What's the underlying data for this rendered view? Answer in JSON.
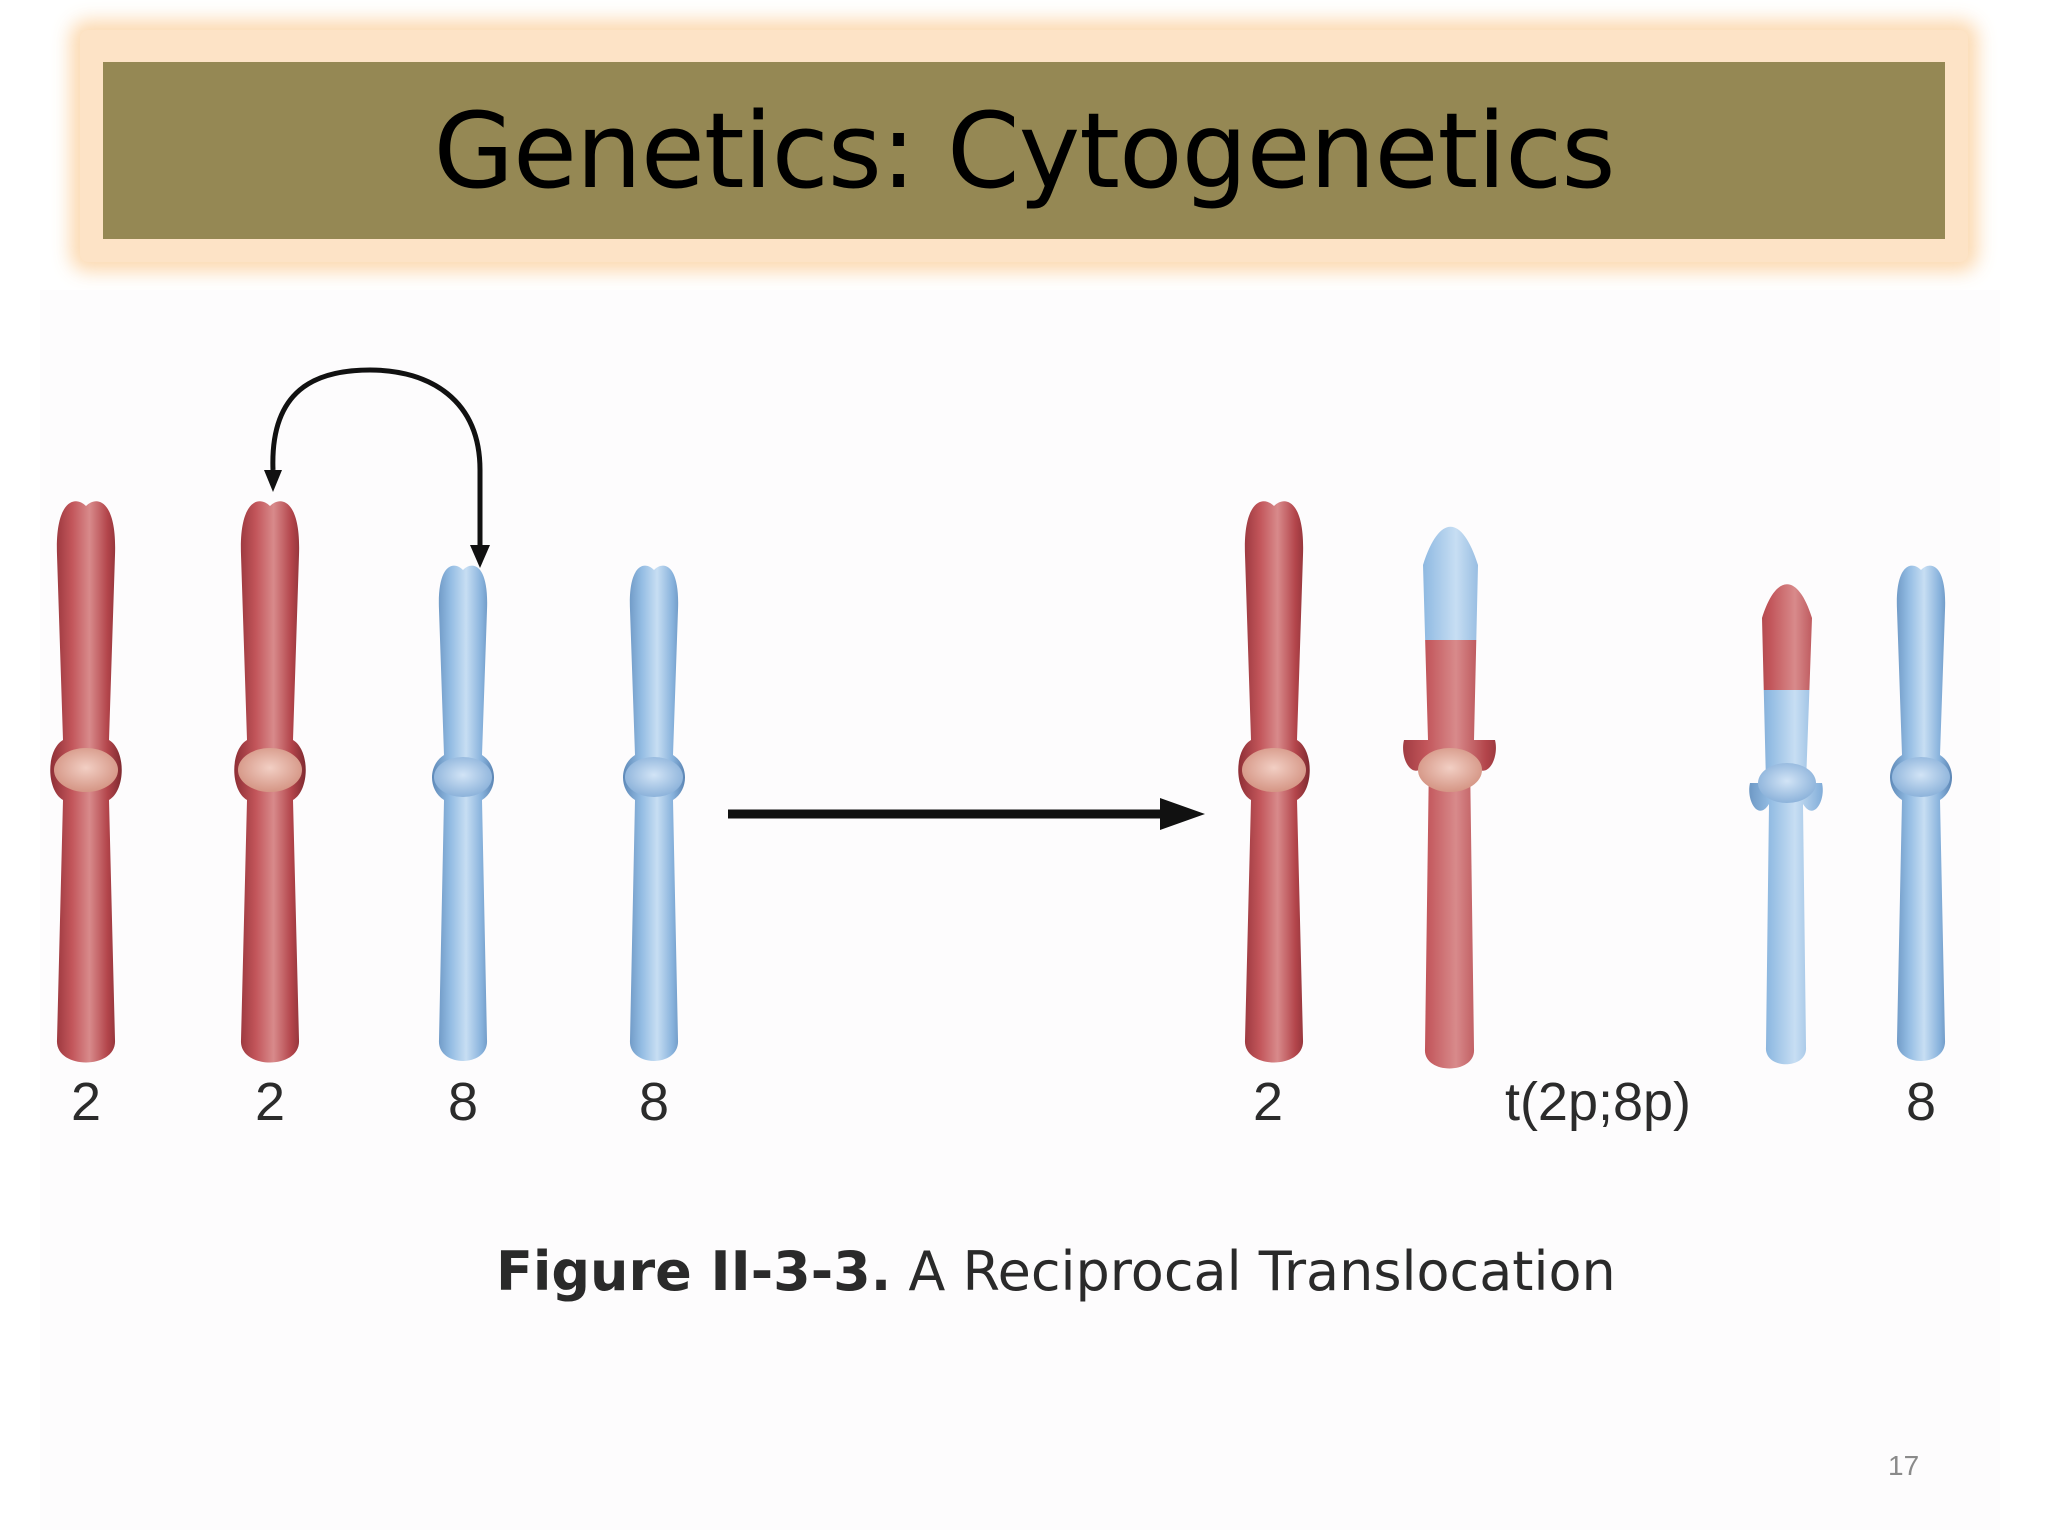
{
  "slide": {
    "title": "Genetics: Cytogenetics",
    "page_number": "17"
  },
  "figure": {
    "caption_label": "Figure II-3-3.",
    "caption_text": "A Reciprocal Translocation",
    "chromosome_labels": {
      "before": [
        "2",
        "2",
        "8",
        "8"
      ],
      "after_normal_2": "2",
      "after_translocation": "t(2p;8p)",
      "after_normal_8": "8"
    },
    "colors": {
      "chromosome_2": "#b6474c",
      "chromosome_8": "#8eb6de",
      "centromere_2": "#e0a594",
      "centromere_8": "#a9c8ea",
      "title_band": "#958854",
      "title_border": "#fde3c6"
    }
  }
}
